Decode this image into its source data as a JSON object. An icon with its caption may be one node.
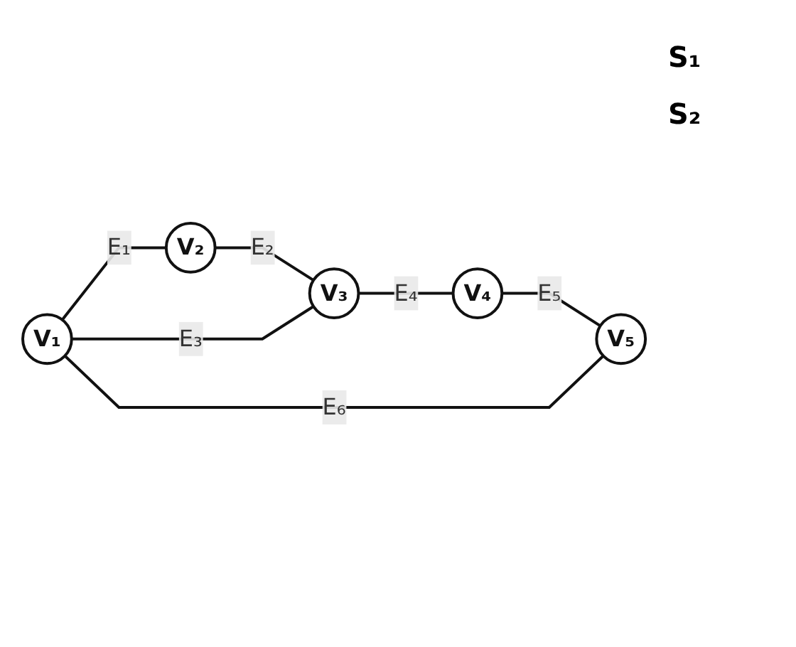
{
  "diagram": {
    "nodes": [
      {
        "text": [
          "V₁"
        ]
      },
      {
        "text": [
          "V₂"
        ]
      },
      {
        "text": [
          "V₃"
        ]
      },
      {
        "text": [
          "V₄"
        ]
      },
      {
        "text": [
          "V₅"
        ]
      }
    ],
    "edges": [
      {
        "from": 0,
        "to": 1,
        "arrow": "none",
        "label": "E₁"
      },
      {
        "from": 1,
        "to": 2,
        "arrow": "none",
        "label": "E₂"
      },
      {
        "from": 2,
        "to": 0,
        "arrow": "none",
        "label": "E₃"
      },
      {
        "from": 2,
        "to": 3,
        "arrow": "none",
        "label": "E₄"
      },
      {
        "from": 3,
        "to": 4,
        "arrow": "none",
        "label": "E₅"
      },
      {
        "from": 4,
        "to": 0,
        "arrow": "none",
        "label": "E₆"
      }
    ],
    "labels": [
      "S₁",
      "S₂"
    ]
  }
}
